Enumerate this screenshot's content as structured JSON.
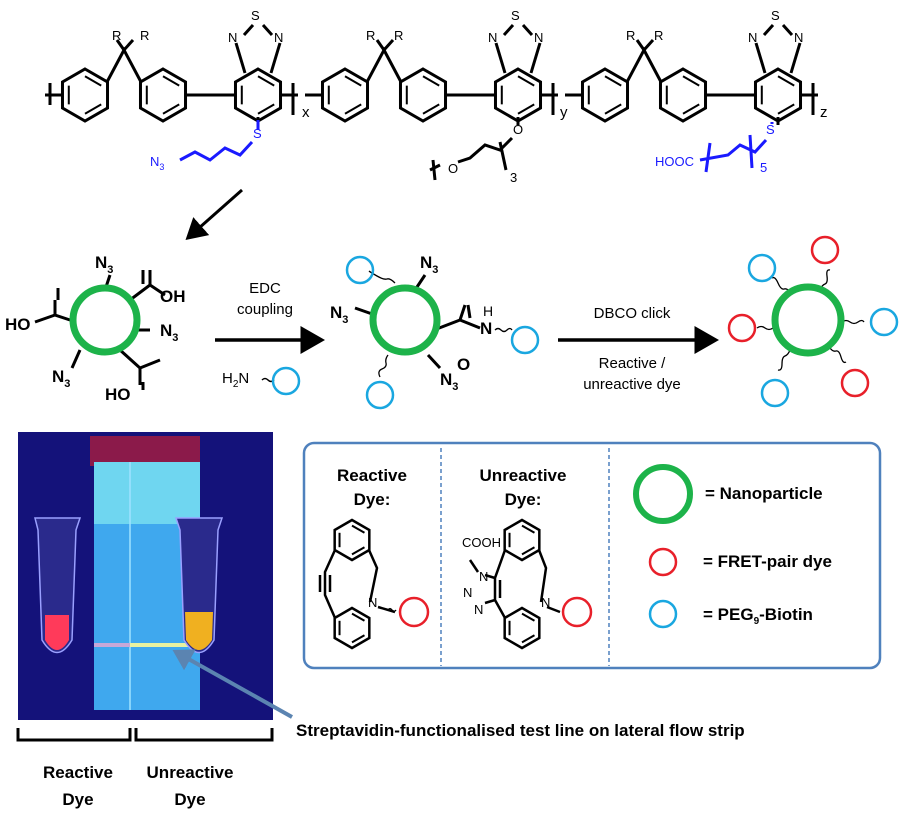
{
  "polymer": {
    "r_label": "R",
    "s_label": "S",
    "n_label": "N",
    "repeat_labels": [
      "x",
      "y",
      "z"
    ],
    "azide_chain": {
      "n": "N",
      "sub": "3",
      "s": "S"
    },
    "peg_chain": {
      "o1": "O",
      "o2": "O",
      "repeat": "3"
    },
    "acid_chain": {
      "hooc": "HOOC",
      "repeat": "5",
      "s": "S"
    }
  },
  "step1": {
    "n3": "N",
    "sub3": "3",
    "oh": "OH",
    "ho": "HO",
    "reagent_line1": "EDC",
    "reagent_line2": "coupling",
    "amine": "H",
    "amine_sub": "2",
    "amine_n": "N"
  },
  "step2": {
    "amide_h": "H",
    "amide_n": "N",
    "amide_o": "O",
    "reagent_line1": "DBCO click",
    "reagent_line2": "Reactive /",
    "reagent_line3": "unreactive dye"
  },
  "photo": {
    "labels": [
      {
        "line1": "Reactive",
        "line2": "Dye"
      },
      {
        "line1": "Unreactive",
        "line2": "Dye"
      }
    ],
    "caption": "Streptavidin-functionalised test line on lateral flow strip"
  },
  "legend": {
    "reactive_title": [
      "Reactive",
      "Dye:"
    ],
    "unreactive_title": [
      "Unreactive",
      "Dye:"
    ],
    "cooh": "COOH",
    "n_label": "N",
    "items": [
      {
        "label": "= Nanoparticle",
        "color": "#1db34a"
      },
      {
        "label": "= FRET-pair dye",
        "color": "#e8202a"
      },
      {
        "label_pre": "= PEG",
        "label_sub": "9",
        "label_post": "-Biotin",
        "color": "#1aa7e0"
      }
    ]
  },
  "colors": {
    "green": "#1db34a",
    "red": "#e8202a",
    "cyan": "#1aa7e0",
    "blue_chain": "#1a1aff",
    "box": "#4f81bd"
  }
}
